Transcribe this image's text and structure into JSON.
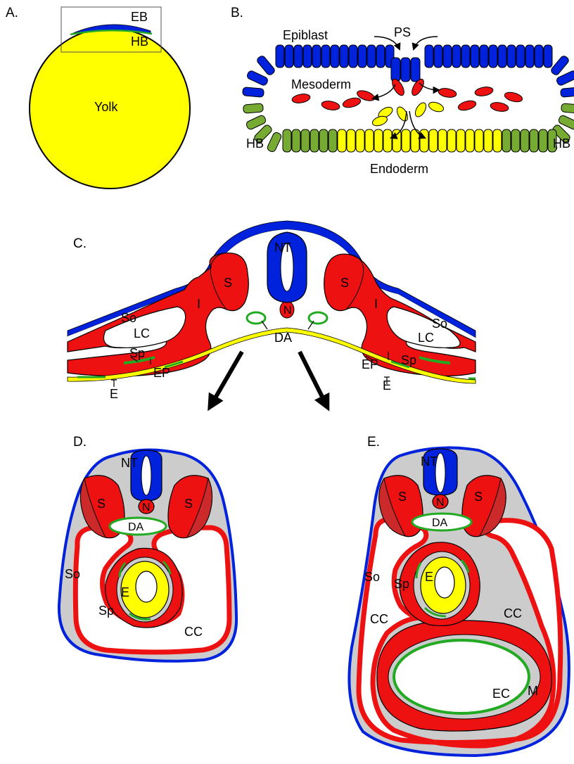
{
  "colors": {
    "ectoderm": "#0022dd",
    "yolk": "#ffff00",
    "mesoderm": "#ee1111",
    "somite_dark": "#cc2a2a",
    "endothelium": "#22aa22",
    "hypoblast": "#77aa33",
    "mesenchyme": "#cccccc",
    "outline": "#000000"
  },
  "panel_a": {
    "letter": "A.",
    "eb": "EB",
    "hb": "HB",
    "yolk": "Yolk"
  },
  "panel_b": {
    "letter": "B.",
    "epiblast": "Epiblast",
    "ps": "PS",
    "mesoderm": "Mesoderm",
    "hb_left": "HB",
    "hb_right": "HB",
    "endoderm": "Endoderm"
  },
  "panel_c": {
    "letter": "C.",
    "nt": "NT",
    "s_left": "S",
    "s_right": "S",
    "i_left": "I",
    "i_right": "I",
    "n": "N",
    "so_left": "So",
    "so_right": "So",
    "lc_left": "LC",
    "lc_right": "LC",
    "da": "DA",
    "sp_left": "Sp",
    "sp_right": "Sp",
    "ep_left": "EP",
    "ep_right": "EP",
    "e_left": "E",
    "e_right": "E"
  },
  "panel_d": {
    "letter": "D.",
    "nt": "NT",
    "s_left": "S",
    "s_right": "S",
    "n": "N",
    "da": "DA",
    "so": "So",
    "e": "E",
    "sp": "Sp",
    "cc": "CC"
  },
  "panel_e": {
    "letter": "E.",
    "nt": "NT",
    "s_left": "S",
    "s_right": "S",
    "n": "N",
    "da": "DA",
    "so": "So",
    "sp": "Sp",
    "e": "E",
    "cc_left": "CC",
    "cc_right": "CC",
    "ec": "EC",
    "m": "M"
  }
}
